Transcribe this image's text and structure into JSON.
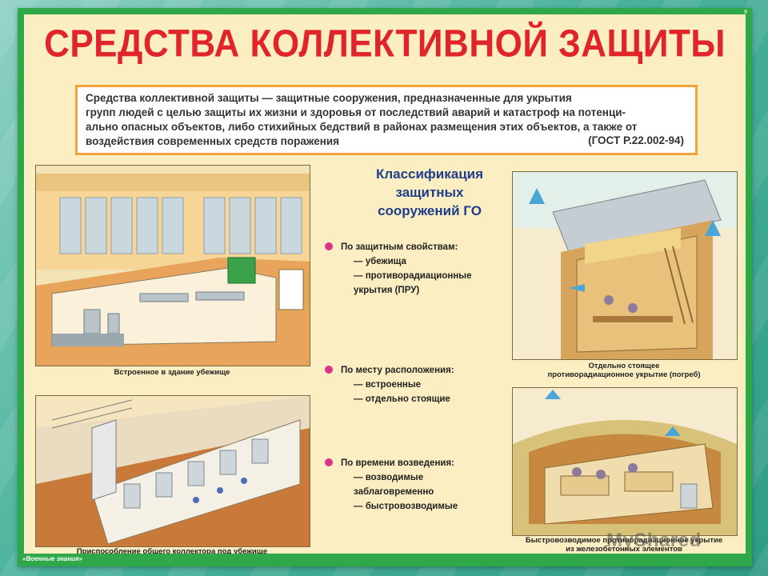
{
  "poster": {
    "title": "СРЕДСТВА КОЛЛЕКТИВНОЙ ЗАЩИТЫ",
    "corner_number": "8",
    "definition_lines": [
      "Средства коллективной защиты — защитные сооружения, предназначенные для укрытия",
      "групп людей с целью защиты их жизни и здоровья от последствий аварий и катастроф на потенци-",
      "ально опасных объектов, либо стихийных бедствий в районах размещения этих объектов, а также от",
      "воздействия современных средств поражения"
    ],
    "definition_source": "(ГОСТ Р.22.002-94)"
  },
  "classification": {
    "title_lines": [
      "Классификация",
      "защитных",
      "сооружений ГО"
    ],
    "categories": [
      {
        "heading": "По защитным свойствам:",
        "items": [
          "— убежища",
          "— противорадиационные",
          "укрытия (ПРУ)"
        ]
      },
      {
        "heading": "По месту расположения:",
        "items": [
          "— встроенные",
          "— отдельно стоящие"
        ]
      },
      {
        "heading": "По времени возведения:",
        "items": [
          "— возводимые",
          "заблаговременно",
          "— быстровозводимые"
        ]
      }
    ]
  },
  "captions": {
    "top_left": "Встроенное в здание убежище",
    "bottom_left": "Приспособление общего коллектора под убежище",
    "top_right_1": "Отдельно стоящее",
    "top_right_2": "противорадиационное укрытие (погреб)",
    "bottom_right_1": "Быстровозводимое противорадиационное укрытие",
    "bottom_right_2": "из железобетонных элементов"
  },
  "footer": {
    "publisher": "«Военные знания»",
    "watermark": "MyShared"
  },
  "colors": {
    "title_red": "#e0242a",
    "frame_green": "#2fa84a",
    "poster_bg": "#fbeec2",
    "definition_border": "#f2a23a",
    "classification_blue": "#1f3d8a",
    "bullet_magenta": "#d9348a"
  }
}
